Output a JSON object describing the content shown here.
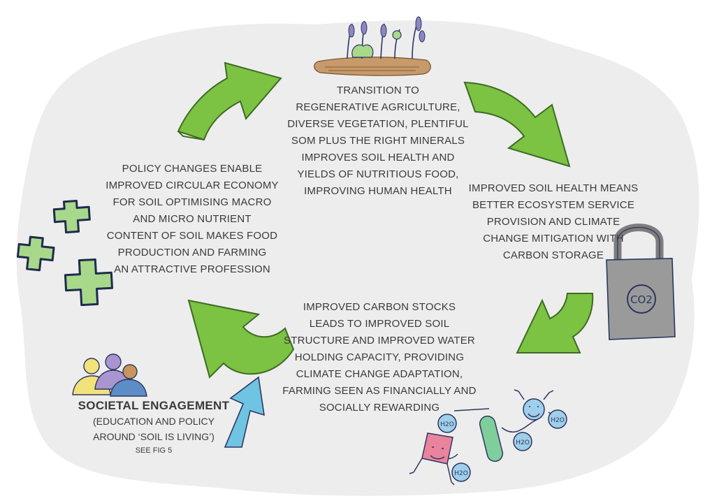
{
  "stages": {
    "top": [
      "Transition to",
      "regenerative agriculture,",
      "diverse vegetation, plentiful",
      "SOM plus the right minerals",
      "improves soil health and",
      "yields of nutritious food,",
      "improving human health"
    ],
    "right": [
      "Improved soil health means",
      "better ecosystem service",
      "provision and climate",
      "change mitigation with",
      "carbon storage"
    ],
    "bottom": [
      "Improved carbon stocks",
      "leads to improved soil",
      "structure and improved water",
      "holding capacity, providing",
      "climate change adaptation,",
      "farming seen as financially and",
      "socially rewarding"
    ],
    "left": [
      "Policy changes enable",
      "improved circular economy",
      "for soil optimising macro",
      "and micro nutrient",
      "content of soil makes food",
      "production and farming",
      "an attractive profession"
    ]
  },
  "societal": {
    "heading": "Societal engagement",
    "line1": "(education and policy",
    "line2": "around ‘soil is living’)",
    "see": "See fig 5"
  },
  "icons": {
    "lock_label": "CO2",
    "molecule_label": "H2O"
  },
  "colors": {
    "arrow_green": "#7cc243",
    "arrow_dark": "#3d6b22",
    "engagement_arrow": "#6fc4e3",
    "blob": "#ededed",
    "plus_fill": "#a8d88a",
    "plus_outline": "#1f2b4e",
    "lock_body": "#9a9a9a",
    "molecule_blue": "#9fcfea",
    "text": "#3a3a3a"
  }
}
